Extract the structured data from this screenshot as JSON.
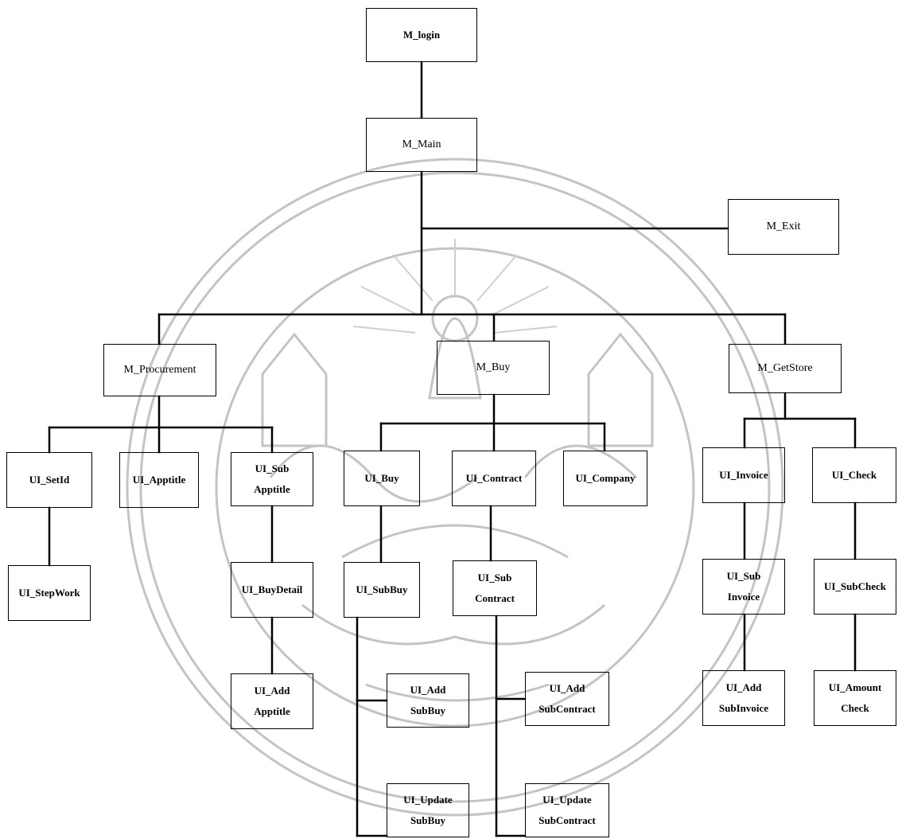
{
  "watermark": {
    "type": "university-seal",
    "color": "#bdbdbd"
  },
  "nodes": {
    "m_login": "M_login",
    "m_main": "M_Main",
    "m_exit": "M_Exit",
    "m_procurement": "M_Procurement",
    "m_buy": "M_Buy",
    "m_getstore": "M_GetStore",
    "ui_setid": "UI_SetId",
    "ui_apptitle": "UI_Apptitle",
    "ui_sub_apptitle": [
      "UI_Sub",
      "Apptitle"
    ],
    "ui_buy": "UI_Buy",
    "ui_contract": "UI_Contract",
    "ui_company": "UI_Company",
    "ui_invoice": "UI_Invoice",
    "ui_check": "UI_Check",
    "ui_stepwork": "UI_StepWork",
    "ui_buydetail": "UI_BuyDetail",
    "ui_subbuy": "UI_SubBuy",
    "ui_sub_contract": [
      "UI_Sub",
      "Contract"
    ],
    "ui_sub_invoice": [
      "UI_Sub",
      "Invoice"
    ],
    "ui_subcheck": "UI_SubCheck",
    "ui_add_apptitle": [
      "UI_Add",
      "Apptitle"
    ],
    "ui_add_subbuy": [
      "UI_Add",
      "SubBuy"
    ],
    "ui_add_subcontract": [
      "UI_Add",
      "SubContract"
    ],
    "ui_add_subinvoice": [
      "UI_Add",
      "SubInvoice"
    ],
    "ui_amount_check": [
      "UI_Amount",
      "Check"
    ],
    "ui_update_subbuy": [
      "UI_Update",
      "SubBuy"
    ],
    "ui_update_subcontract": [
      "UI_Update",
      "SubContract"
    ]
  }
}
